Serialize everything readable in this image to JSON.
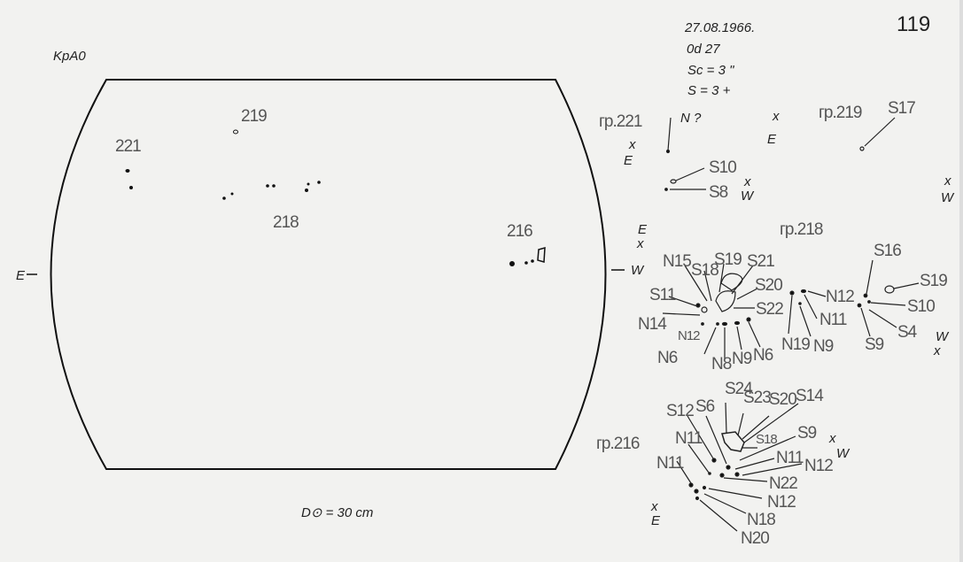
{
  "header": {
    "page_number": "119",
    "observatory": "KpA0",
    "date": "27.08.1966.",
    "time": "0d  27",
    "sc": "Sc  = 3 \"",
    "s": "S   = 3 +",
    "disk_diameter": "D⊙ = 30 cm"
  },
  "disk": {
    "east": "E",
    "west": "W",
    "groups": [
      "221",
      "219",
      "218",
      "216"
    ]
  },
  "group221": {
    "title": "гр.221",
    "n": "N ?",
    "e": "E",
    "x": "x",
    "labels": [
      "S10",
      "S8"
    ],
    "w": "W"
  },
  "group219": {
    "title": "гр.219",
    "label": "S17",
    "e": "E",
    "w": "W",
    "x": "x"
  },
  "group218": {
    "title": "гр.218",
    "e": "E",
    "w": "W",
    "x": "x",
    "labels": [
      "N15",
      "S18",
      "S19",
      "S21",
      "S20",
      "S22",
      "S11",
      "N14",
      "N12",
      "N6",
      "N8",
      "N9",
      "N6",
      "N19",
      "N9",
      "N12",
      "N11",
      "S16",
      "S19",
      "S10",
      "S4",
      "S9"
    ]
  },
  "group216": {
    "title": "гр.216",
    "e": "E",
    "w": "W",
    "x": "x",
    "labels": [
      "S12",
      "S6",
      "S24",
      "S23",
      "S20",
      "S14",
      "S18",
      "S9",
      "N11",
      "N12",
      "N22",
      "N12",
      "N18",
      "N20",
      "N11",
      "N11"
    ]
  }
}
